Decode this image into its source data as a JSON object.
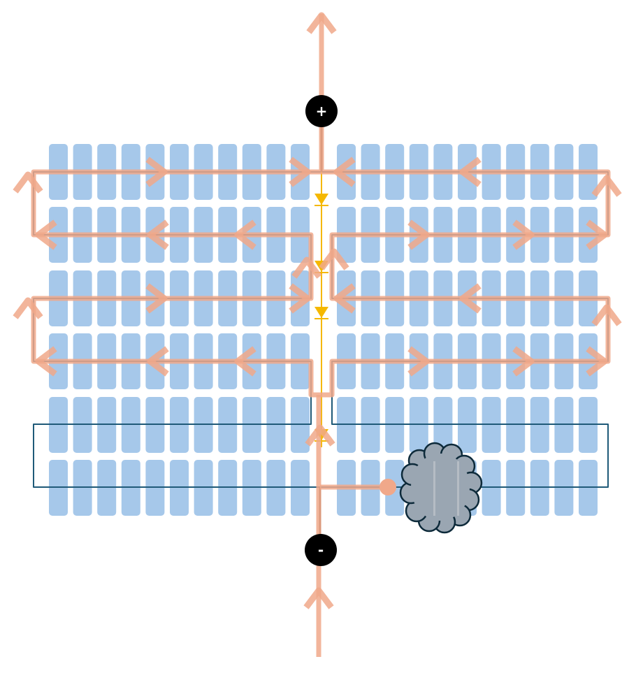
{
  "diagram": {
    "terminals": {
      "positive": "+",
      "negative": "-"
    },
    "colors": {
      "cell": "#a6c8ea",
      "wire": "#1f5a78",
      "current": "#f0a88a",
      "diode": "#f5b800",
      "terminal": "#000000",
      "shade_cloud": "#9aa6b2"
    },
    "layout_grid": {
      "rows": 6,
      "columns_per_half": 11,
      "halves": 2
    },
    "bypass_diodes": 4,
    "shading": "cloud-over-bottom-row"
  }
}
